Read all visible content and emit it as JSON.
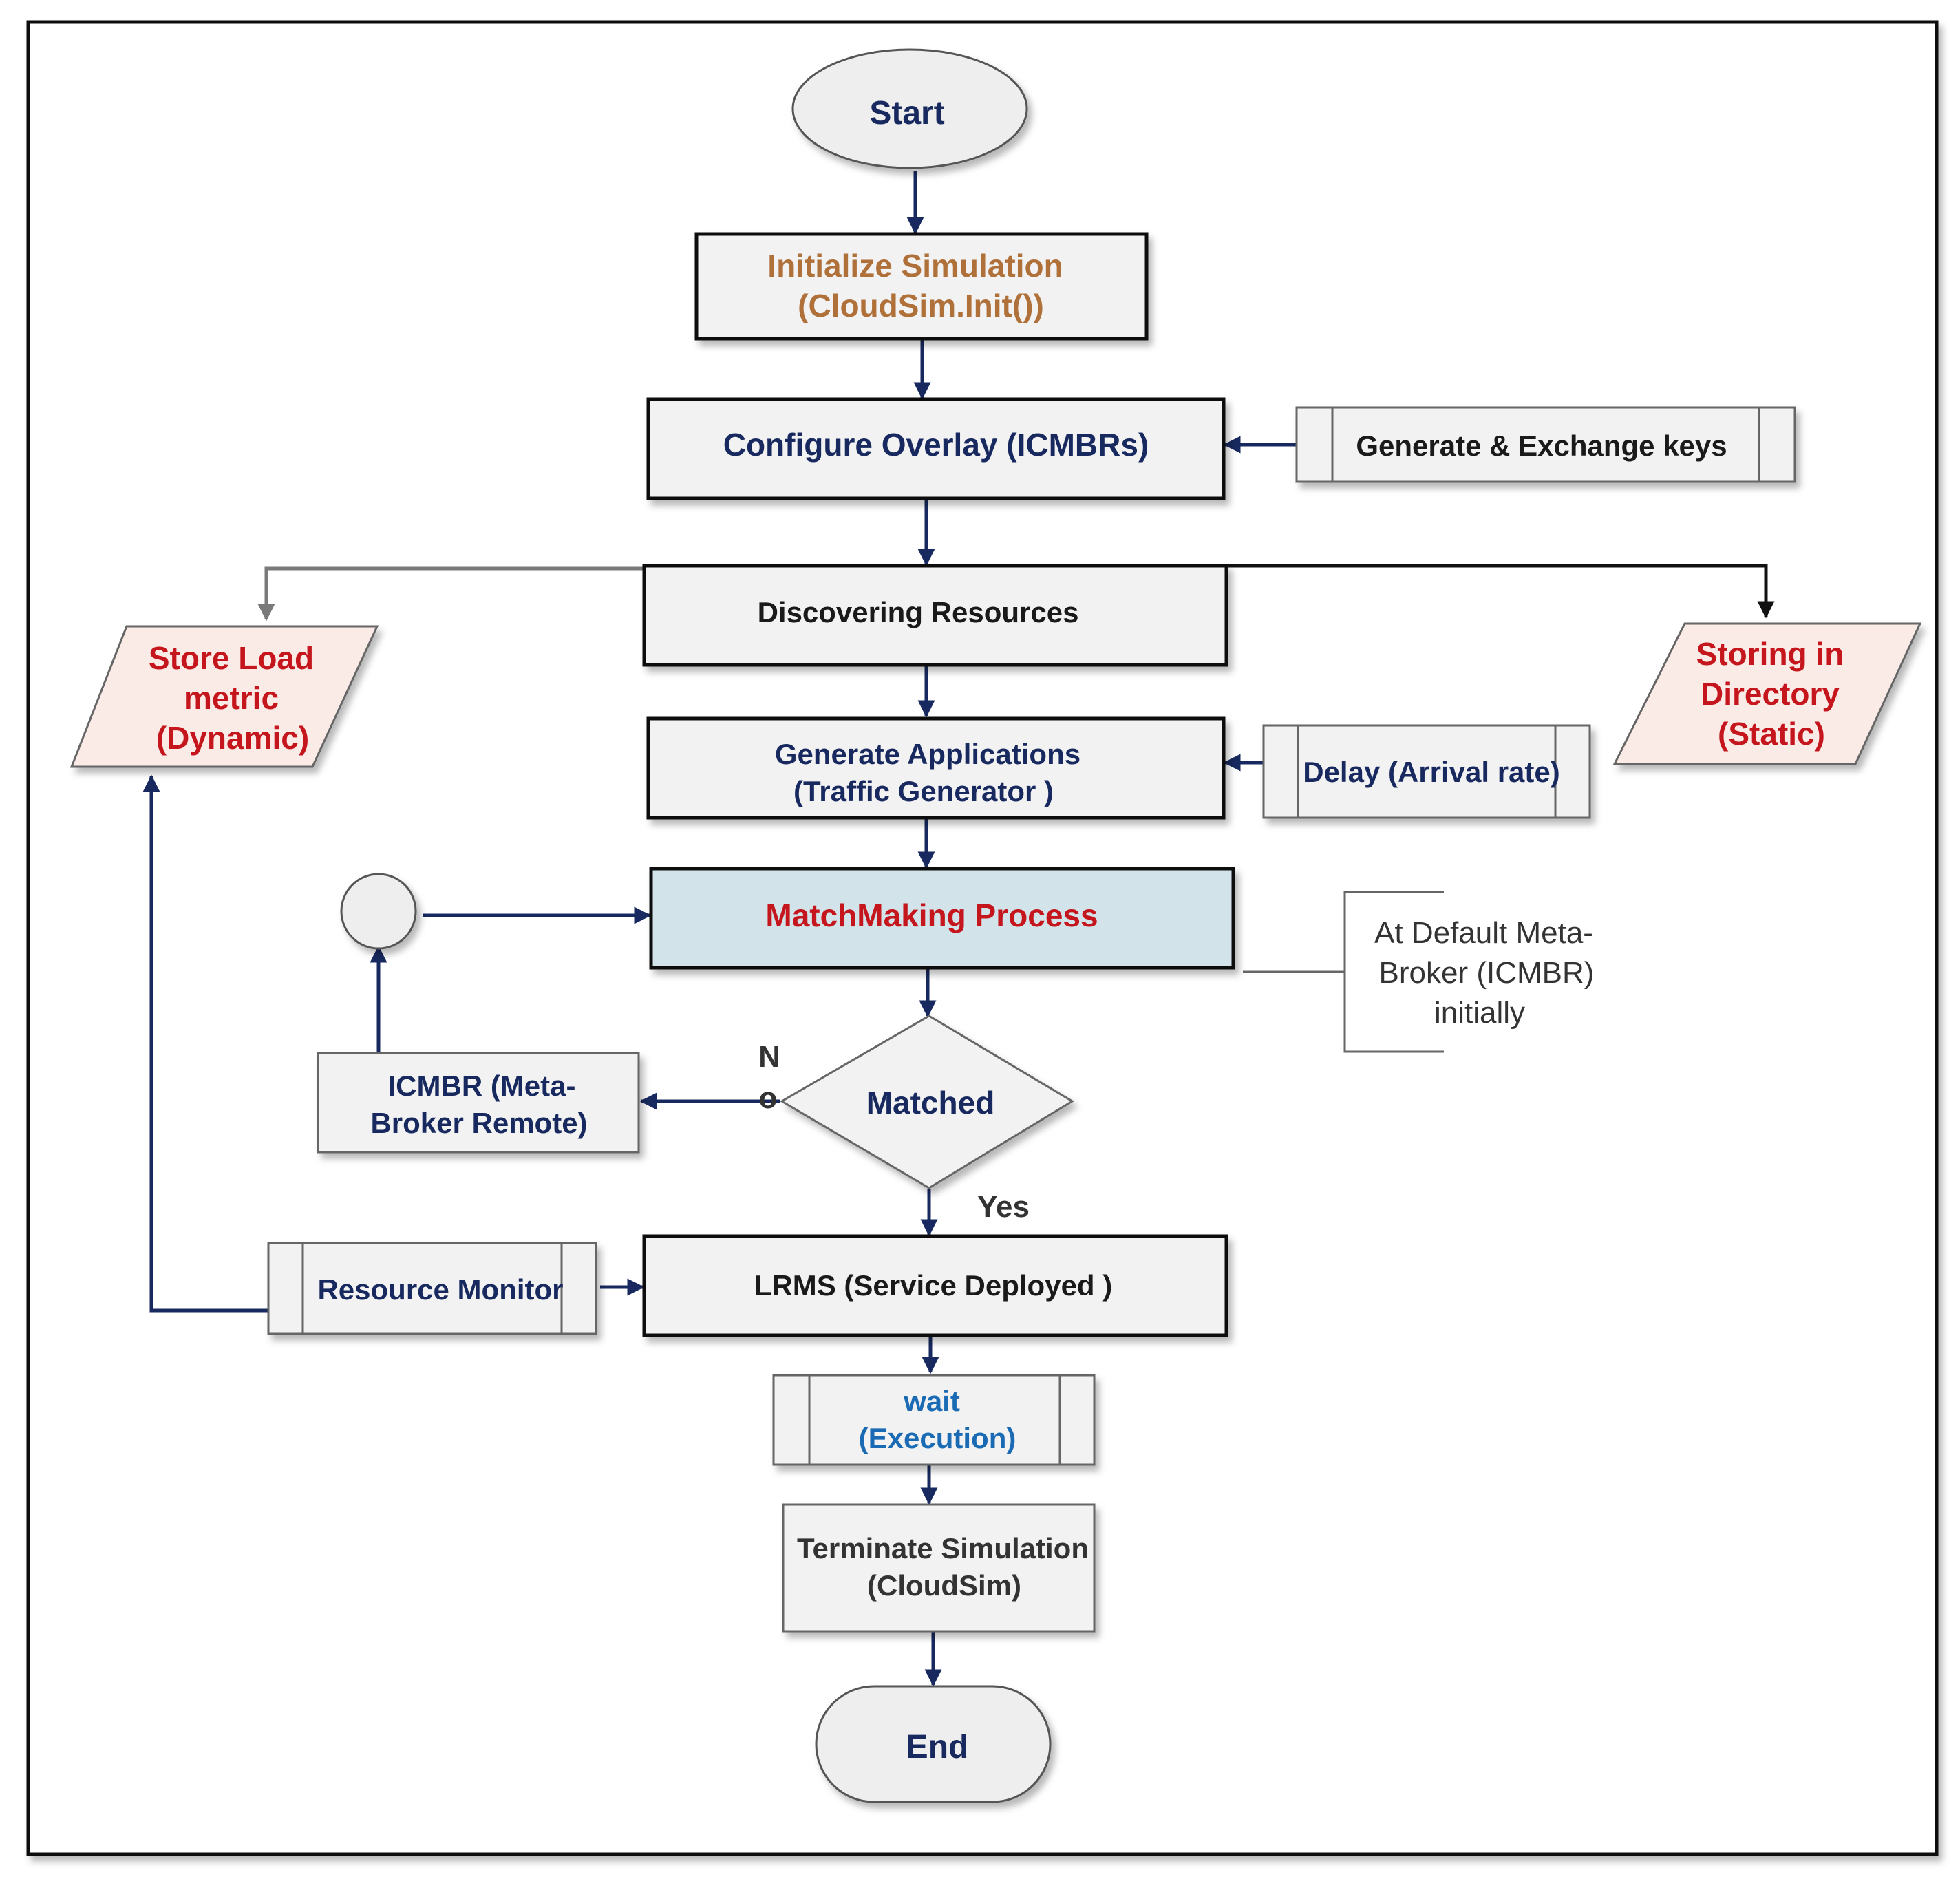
{
  "colors": {
    "navy": "#17295e",
    "orange": "#b0703a",
    "red": "#c5161d",
    "blue": "#1a6bb3",
    "dark": "#1a1a1a",
    "gray_text": "#333333",
    "box_fill": "#f2f2f2",
    "match_fill": "#d3e3ea",
    "para_fill": "#fbebe7",
    "oval_fill": "#eeeeee"
  },
  "nodes": {
    "start": "Start",
    "init_1": "Initialize Simulation",
    "init_2": "(CloudSim.Init())",
    "configure": "Configure Overlay (ICMBRs)",
    "keys": "Generate & Exchange keys",
    "discover": "Discovering Resources",
    "store_1": "Store Load",
    "store_2": "metric",
    "store_3": "(Dynamic)",
    "storing_1": "Storing in",
    "storing_2": "Directory",
    "storing_3": "(Static)",
    "genapp_1": "Generate Applications",
    "genapp_2": "(Traffic Generator )",
    "delay": "Delay (Arrival rate)",
    "matchmaking": "MatchMaking Process",
    "note_1": "At Default Meta-",
    "note_2": "Broker (ICMBR)",
    "note_3": "initially",
    "icmbr_1": "ICMBR (Meta-",
    "icmbr_2": "Broker Remote)",
    "matched": "Matched",
    "no_1": "N",
    "no_2": "o",
    "yes": "Yes",
    "monitor": "Resource Monitor",
    "lrms": "LRMS (Service Deployed )",
    "wait_1": "wait",
    "wait_2": "(Execution)",
    "terminate_1": "Terminate Simulation",
    "terminate_2": "(CloudSim)",
    "end": "End"
  }
}
